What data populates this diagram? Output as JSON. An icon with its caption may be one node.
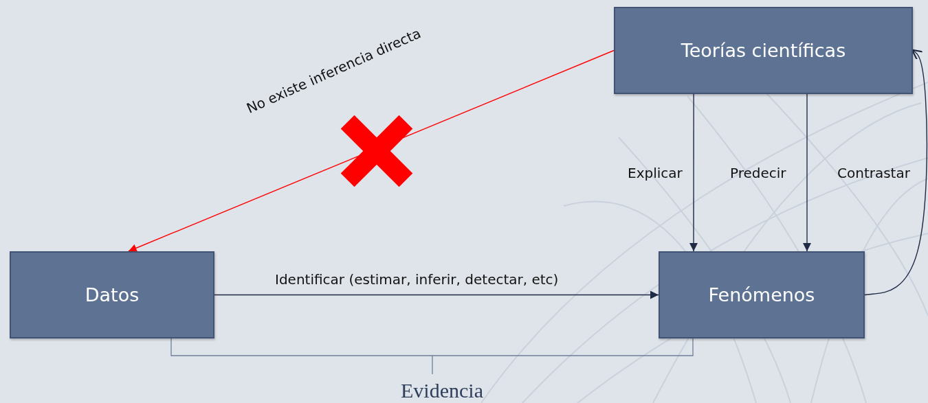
{
  "diagram": {
    "nodes": [
      {
        "text": [
          "Teorías científicas"
        ]
      },
      {
        "text": [
          "Datos"
        ]
      },
      {
        "text": [
          "Fenómenos"
        ]
      }
    ],
    "edges": [
      {
        "from": 0,
        "to": 1,
        "arrow": "to",
        "label": "No existe inferencia directa",
        "color": "#ff0000"
      },
      {
        "from": 1,
        "to": 2,
        "arrow": "to",
        "label": "Identificar (estimar, inferir, detectar, etc)"
      },
      {
        "from": 0,
        "to": 2,
        "arrow": "to"
      },
      {
        "from": 0,
        "to": 2,
        "arrow": "to"
      },
      {
        "from": 2,
        "to": 0,
        "arrow": "to"
      }
    ],
    "labels": [
      "Explicar",
      "Predecir",
      "Contrastar",
      "Evidencia"
    ]
  }
}
